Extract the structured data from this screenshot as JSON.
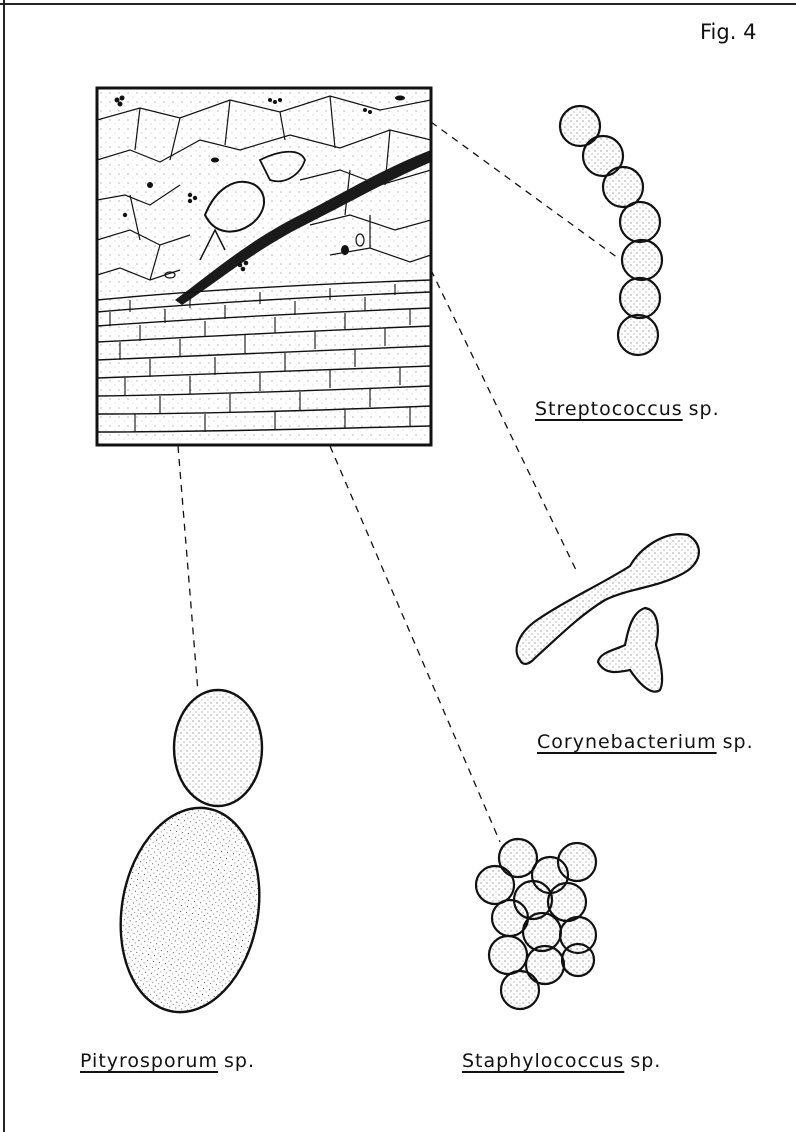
{
  "figure": {
    "label": "Fig. 4"
  },
  "organisms": [
    {
      "id": "streptococcus",
      "genus": "Streptococcus",
      "suffix": "sp."
    },
    {
      "id": "corynebacterium",
      "genus": "Corynebacterium",
      "suffix": "sp."
    },
    {
      "id": "pityrosporum",
      "genus": "Pityrosporum",
      "suffix": "sp."
    },
    {
      "id": "staphylococcus",
      "genus": "Staphylococcus",
      "suffix": "sp."
    }
  ],
  "colors": {
    "ink": "#111111",
    "paper": "#ffffff"
  }
}
